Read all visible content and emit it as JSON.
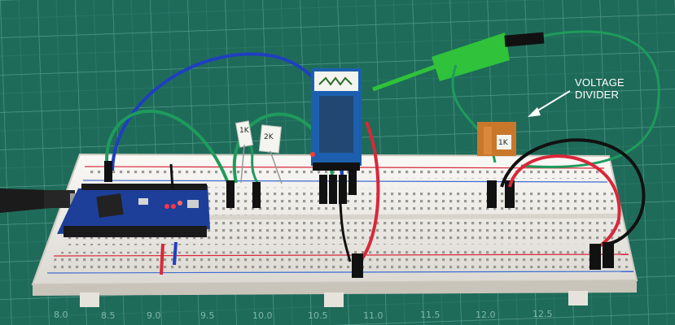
{
  "annotation": {
    "line1": "VOLTAGE",
    "line2": "DIVIDER"
  },
  "resistors": {
    "r1_label": "1K",
    "r2_label": "2K",
    "divider_label": "1K"
  },
  "mat_ruler": [
    "8.0",
    "8.5",
    "9.0",
    "9.5",
    "10.0",
    "10.5",
    "11.0",
    "11.5",
    "12.0",
    "12.5"
  ],
  "colors": {
    "mat": "#1f6b5a",
    "grid": "#5fa596",
    "breadboard": "#f2f0ec",
    "nano_pcb": "#1d3f9a",
    "wire_blue": "#1f3fbf",
    "wire_green": "#1e9b5c",
    "wire_red": "#d8283a",
    "wire_black": "#111111",
    "probe_green": "#2fc23a"
  }
}
